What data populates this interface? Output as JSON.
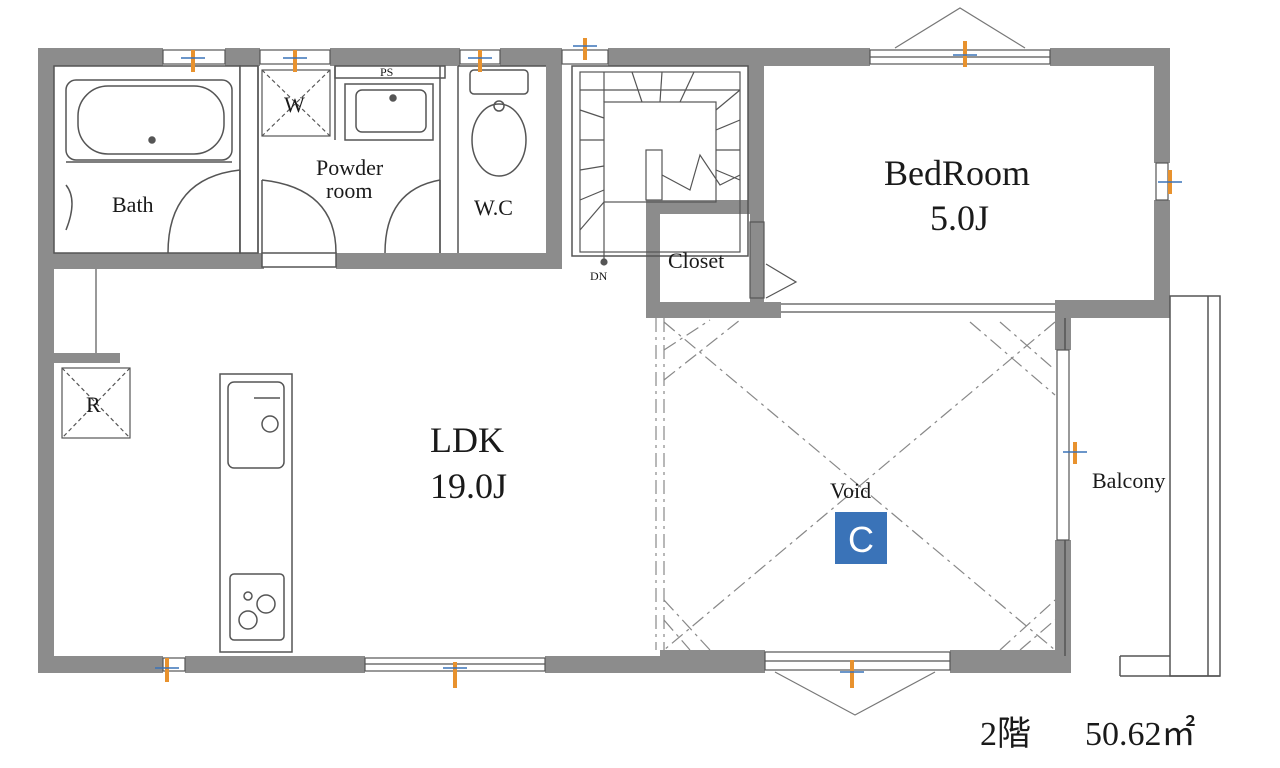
{
  "rooms": {
    "bath": "Bath",
    "washer": "W",
    "powder_room_line1": "Powder",
    "powder_room_line2": "room",
    "pipe_space": "PS",
    "wc": "W.C",
    "down": "DN",
    "closet": "Closet",
    "bedroom_name": "BedRoom",
    "bedroom_size": "5.0J",
    "refrigerator": "R",
    "ldk_name": "LDK",
    "ldk_size": "19.0J",
    "void": "Void",
    "balcony": "Balcony"
  },
  "badge": {
    "label": "C",
    "color": "#3a73b8"
  },
  "summary": {
    "floor": "2階",
    "area": "50.62㎡"
  },
  "colors": {
    "wall": "#8c8c8c",
    "line": "#555555"
  }
}
